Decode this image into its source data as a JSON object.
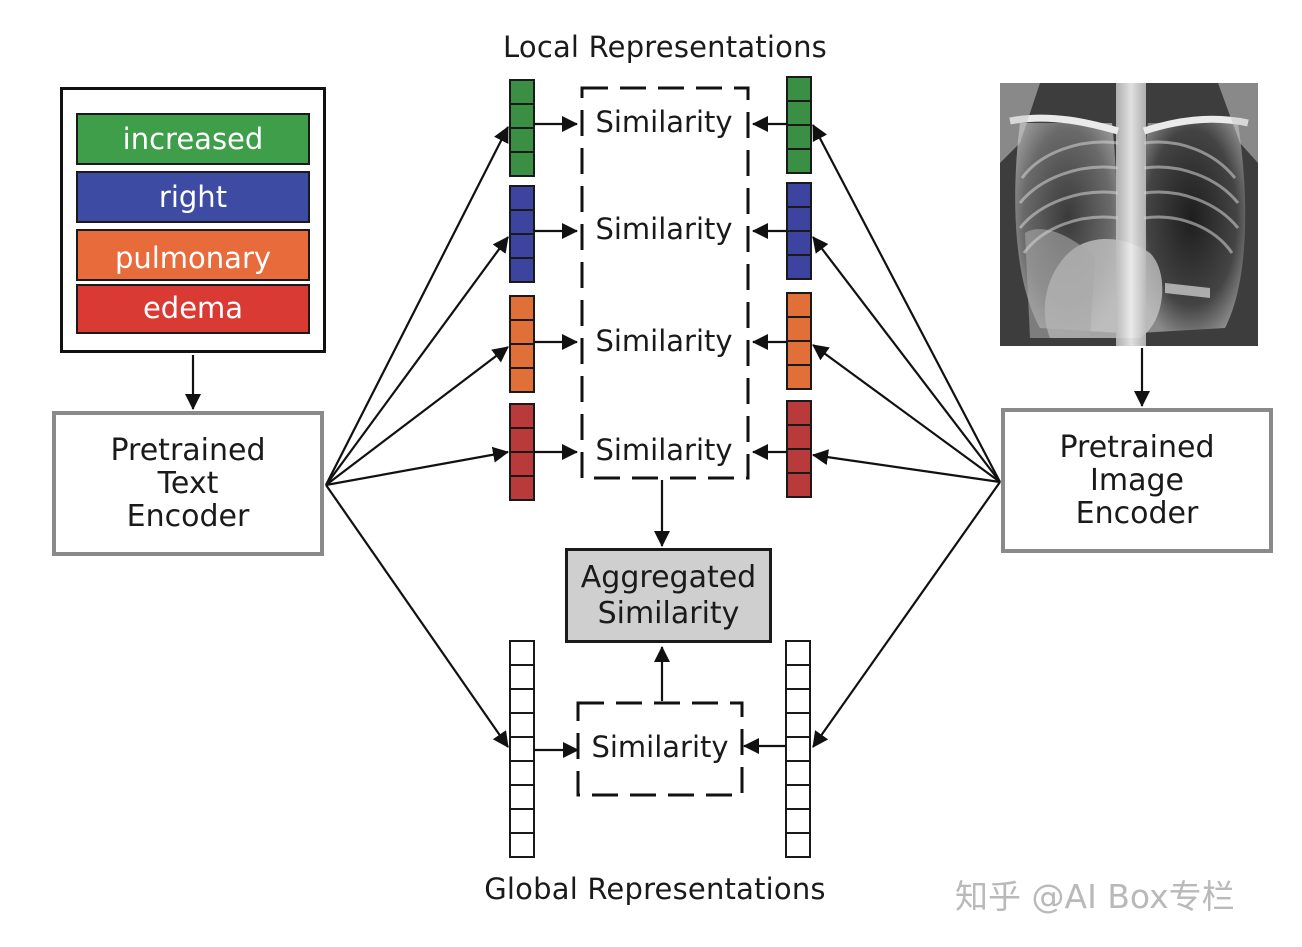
{
  "titles": {
    "local": "Local Representations",
    "global": "Global Representations"
  },
  "words": [
    {
      "text": "increased",
      "color": "#3e9e4a"
    },
    {
      "text": "right",
      "color": "#3e4ba3"
    },
    {
      "text": "pulmonary",
      "color": "#e86b3c"
    },
    {
      "text": "edema",
      "color": "#d93a34"
    }
  ],
  "text_encoder": {
    "line1": "Pretrained",
    "line2": "Text",
    "line3": "Encoder"
  },
  "image_encoder": {
    "line1": "Pretrained",
    "line2": "Image",
    "line3": "Encoder"
  },
  "similarity": {
    "label": "Similarity"
  },
  "aggregated": {
    "line1": "Aggregated",
    "line2": "Similarity"
  },
  "vector_colors": {
    "green": "#3b8f44",
    "blue": "#3c44a0",
    "orange": "#e07038",
    "red": "#b83a3a"
  },
  "watermark": "知乎 @AI Box专栏"
}
